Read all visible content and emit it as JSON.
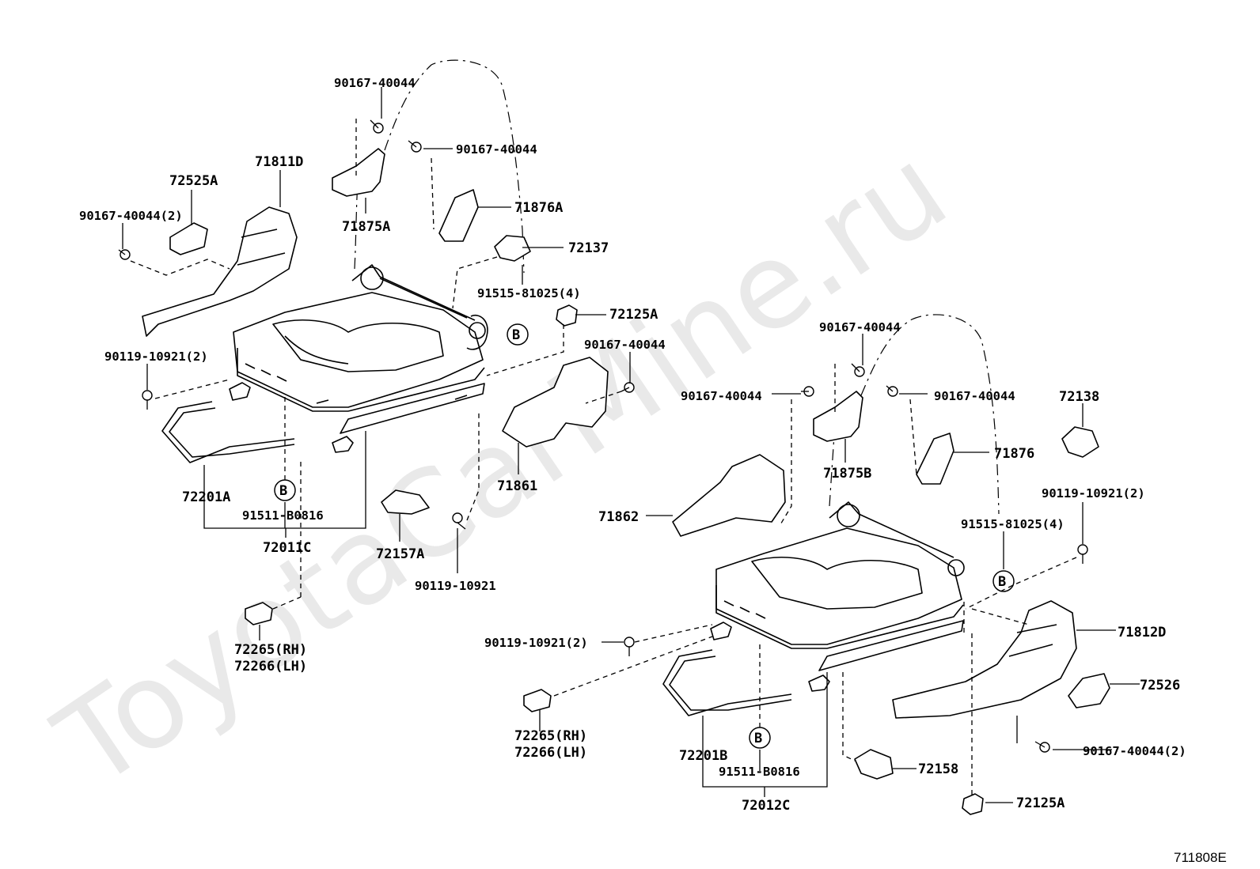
{
  "watermark": "ToyotaCarMine.ru",
  "diagram_code": "711808E",
  "ref_marker": "B",
  "labels": {
    "p1": "90167-40044",
    "p2": "90167-40044",
    "p3": "71811D",
    "p4": "72525A",
    "p5": "90167-40044(2)",
    "p6": "71875A",
    "p7": "71876A",
    "p8": "72137",
    "p9": "91515-81025(4)",
    "p10": "72125A",
    "p11": "90167-40044",
    "p12": "90119-10921(2)",
    "p13": "71861",
    "p14": "72201A",
    "p15": "91511-B0816",
    "p16": "72011C",
    "p17": "72157A",
    "p18": "90119-10921",
    "p19": "72265(RH)",
    "p20": "72266(LH)",
    "p21": "90167-40044",
    "p22": "90167-40044",
    "p23": "90167-40044",
    "p24": "72138",
    "p25": "71875B",
    "p26": "71876",
    "p27": "71862",
    "p28": "90119-10921(2)",
    "p29": "91515-81025(4)",
    "p30": "90119-10921(2)",
    "p31": "71812D",
    "p32": "72526",
    "p33": "72265(RH)",
    "p34": "72266(LH)",
    "p35": "72201B",
    "p36": "91511-B0816",
    "p37": "72012C",
    "p38": "72158",
    "p39": "90167-40044(2)",
    "p40": "72125A"
  }
}
